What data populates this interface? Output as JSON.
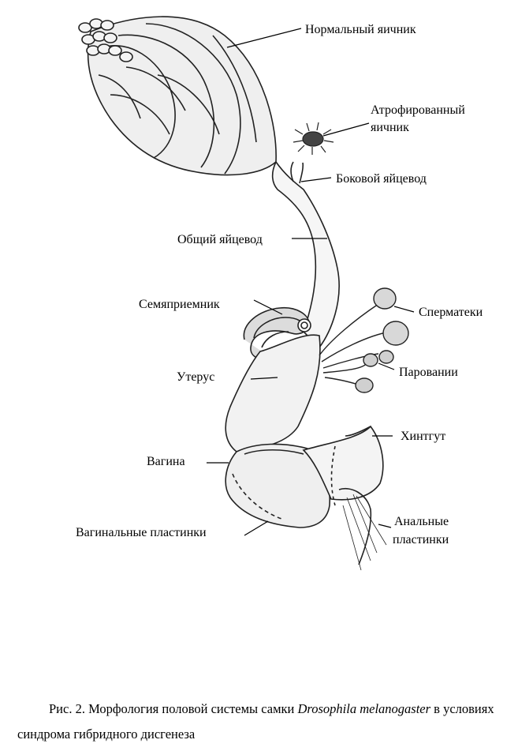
{
  "labels": {
    "normal_ovary": "Нормальный яичник",
    "atrophied_ovary_line1": "Атрофированный",
    "atrophied_ovary_line2": "яичник",
    "lateral_oviduct": "Боковой яйцевод",
    "common_oviduct": "Общий яйцевод",
    "seminal_receptacle": "Семяприемник",
    "spermathecae": "Сперматеки",
    "uterus": "Утерус",
    "parovaria": "Паровании",
    "hindgut": "Хинтгут",
    "vagina": "Вагина",
    "vaginal_plates": "Вагинальные пластинки",
    "anal_plates_line1": "Анальные",
    "anal_plates_line2": "пластинки"
  },
  "caption": {
    "prefix": "Рис. 2. Морфология половой системы самки ",
    "species": "Drosophila melanogaster",
    "suffix": " в условиях синдрома гибридного дисгенеза"
  }
}
